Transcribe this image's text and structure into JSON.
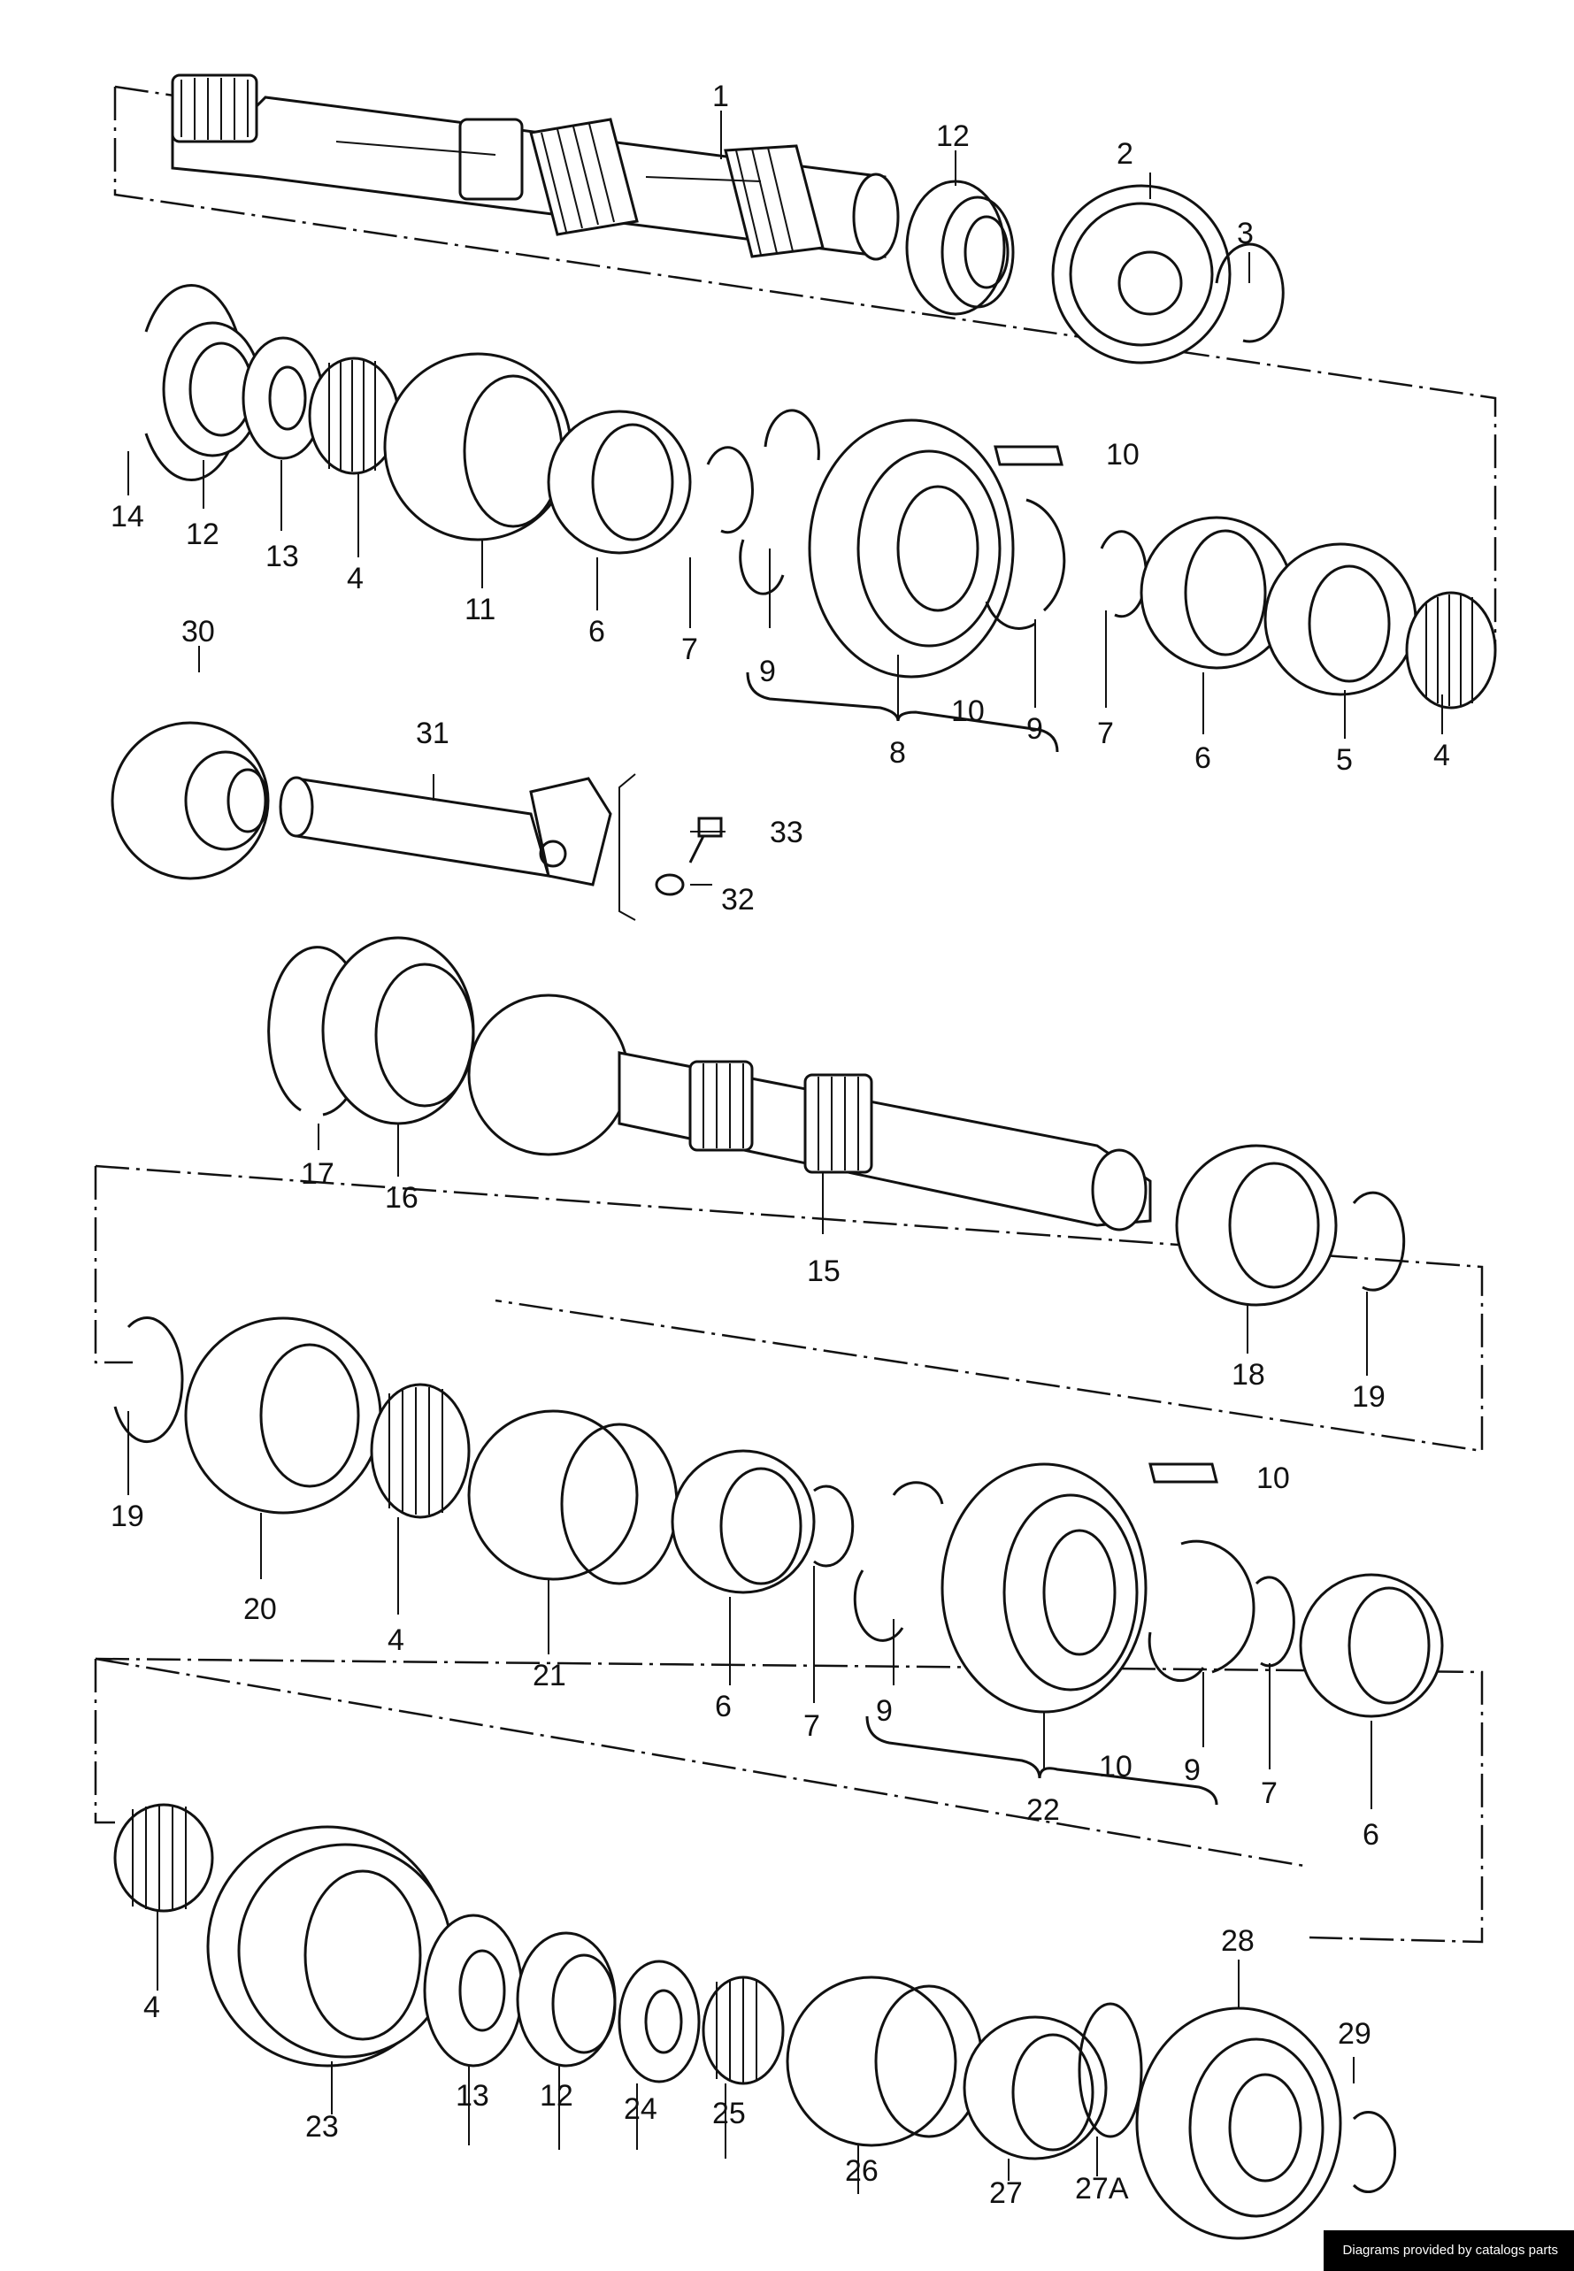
{
  "callouts": [
    "1",
    "12",
    "2",
    "3",
    "14",
    "12",
    "13",
    "4",
    "11",
    "6",
    "7",
    "9",
    "8",
    "10",
    "10",
    "9",
    "7",
    "6",
    "5",
    "4",
    "30",
    "31",
    "33",
    "32",
    "17",
    "16",
    "15",
    "18",
    "19",
    "19",
    "20",
    "4",
    "21",
    "6",
    "7",
    "9",
    "22",
    "10",
    "10",
    "9",
    "7",
    "6",
    "4",
    "23",
    "13",
    "12",
    "24",
    "25",
    "26",
    "27",
    "27A",
    "28",
    "29"
  ],
  "footer": {
    "credit": "Diagrams provided by catalogs parts"
  }
}
